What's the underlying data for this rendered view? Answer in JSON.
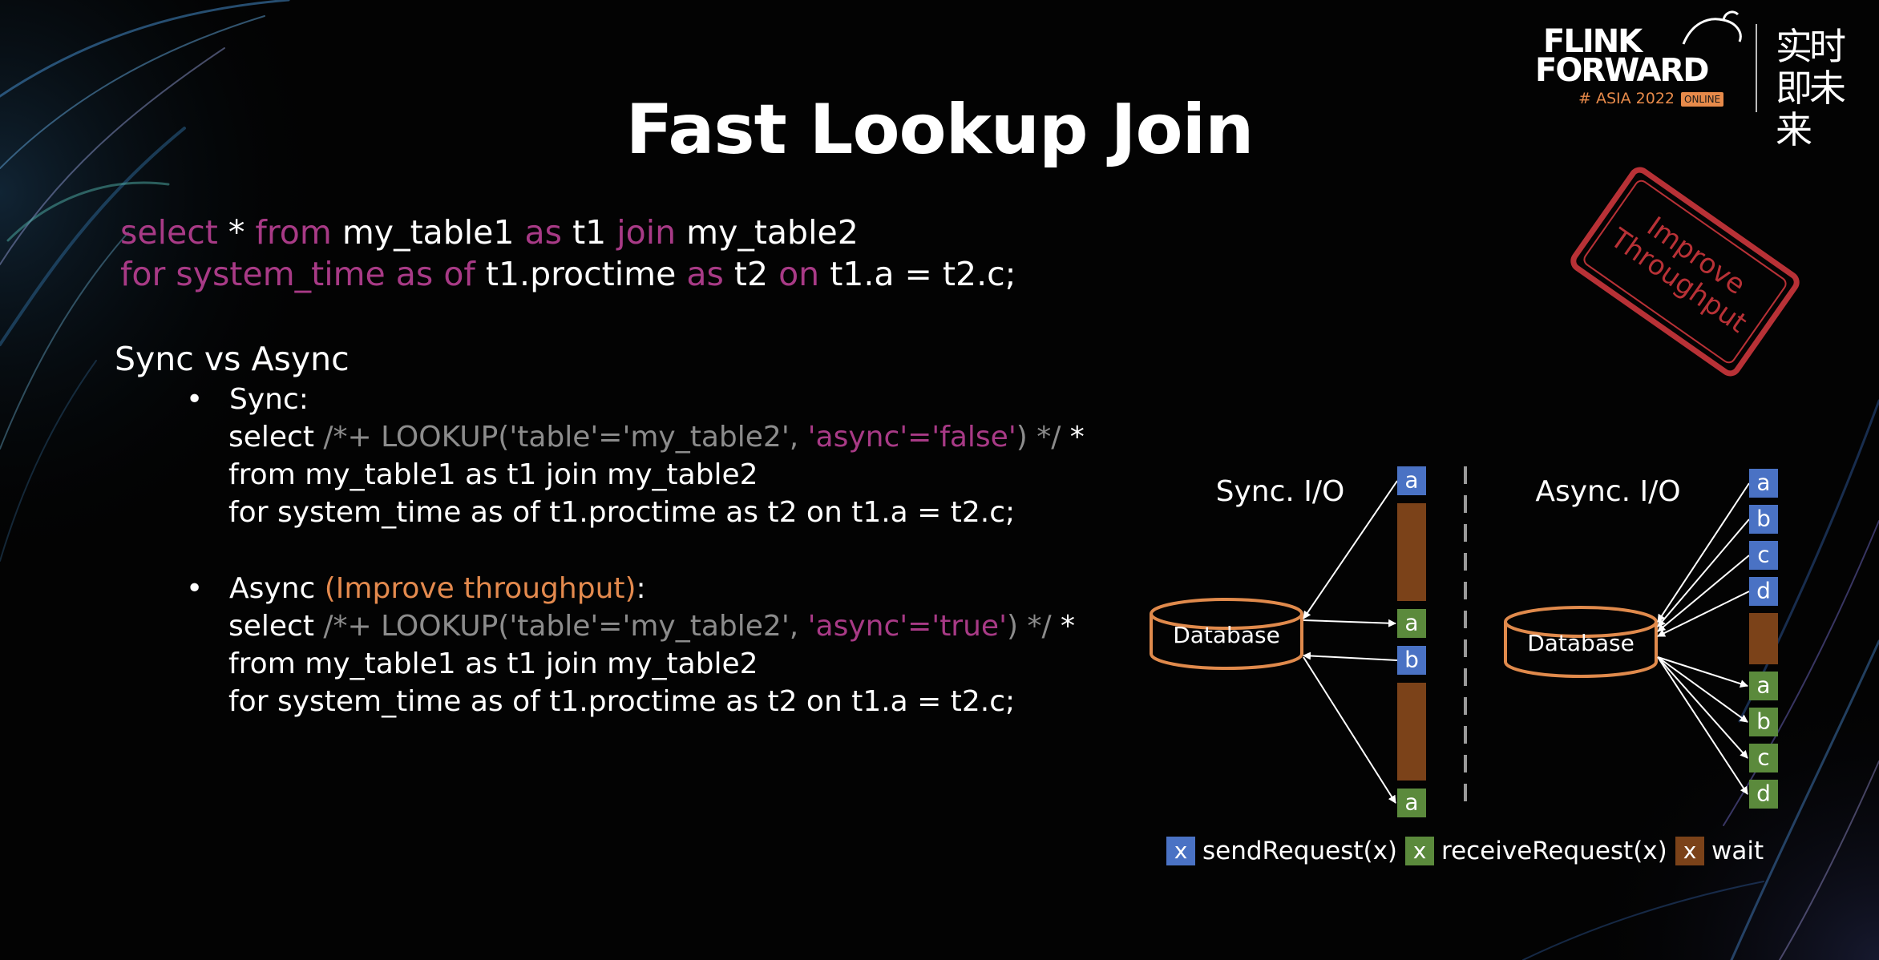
{
  "logo": {
    "line1": "FLINK",
    "line2": "FORWARD",
    "event": "# ASIA 2022",
    "badge": "ONLINE",
    "tagline": "实时即未来"
  },
  "title": "Fast Lookup Join",
  "query": {
    "line1": [
      {
        "t": "select",
        "k": true
      },
      {
        "t": " * ",
        "k": false
      },
      {
        "t": "from",
        "k": true
      },
      {
        "t": " my_table1 ",
        "k": false
      },
      {
        "t": "as",
        "k": true
      },
      {
        "t": " t1 ",
        "k": false
      },
      {
        "t": "join",
        "k": true
      },
      {
        "t": " my_table2",
        "k": false
      }
    ],
    "line2": [
      {
        "t": "for system_time as of",
        "k": true
      },
      {
        "t": " t1.proctime ",
        "k": false
      },
      {
        "t": "as",
        "k": true
      },
      {
        "t": " t2 ",
        "k": false
      },
      {
        "t": "on",
        "k": true
      },
      {
        "t": " t1.a = t2.c;",
        "k": false
      }
    ]
  },
  "section_heading": "Sync vs Async",
  "bullet_char": "•",
  "sync": {
    "label": "Sync:",
    "hint_select": "select ",
    "hint_open": "/*+ LOOKUP('table'='my_table2', ",
    "hint_option": "'async'='false'",
    "hint_close": ") */",
    "hint_star": " *",
    "line2": "from my_table1 as t1 join my_table2",
    "line3": "for system_time as of t1.proctime as t2 on t1.a = t2.c;"
  },
  "async": {
    "label": "Async ",
    "note": "(Improve throughput)",
    "colon": ":",
    "hint_select": "select ",
    "hint_open": "/*+ LOOKUP('table'='my_table2', ",
    "hint_option": "'async'='true'",
    "hint_close": ") */",
    "hint_star": " *",
    "line2": "from my_table1 as t1 join my_table2",
    "line3": "for system_time as of t1.proctime as t2 on t1.a = t2.c;"
  },
  "stamp": {
    "line1": "Improve",
    "line2": "Throughput"
  },
  "diagram": {
    "sync_title": "Sync. I/O",
    "async_title": "Async. I/O",
    "database_label": "Database",
    "sync_sequence": [
      {
        "kind": "send",
        "label": "a"
      },
      {
        "kind": "wait"
      },
      {
        "kind": "receive",
        "label": "a"
      },
      {
        "kind": "send",
        "label": "b"
      },
      {
        "kind": "wait"
      },
      {
        "kind": "receive",
        "label": "a"
      }
    ],
    "async_sequence": [
      {
        "kind": "send",
        "label": "a"
      },
      {
        "kind": "send",
        "label": "b"
      },
      {
        "kind": "send",
        "label": "c"
      },
      {
        "kind": "send",
        "label": "d"
      },
      {
        "kind": "wait"
      },
      {
        "kind": "receive",
        "label": "a"
      },
      {
        "kind": "receive",
        "label": "b"
      },
      {
        "kind": "receive",
        "label": "c"
      },
      {
        "kind": "receive",
        "label": "d"
      }
    ],
    "legend": [
      {
        "kind": "send",
        "glyph": "x",
        "text": "sendRequest(x)"
      },
      {
        "kind": "receive",
        "glyph": "x",
        "text": "receiveRequest(x)"
      },
      {
        "kind": "wait",
        "glyph": "x",
        "text": "wait"
      }
    ],
    "colors": {
      "send": "#4a72c4",
      "receive": "#5b8a3c",
      "wait": "#7b4219",
      "database": "#e08a4c",
      "divider": "#9a9a9a"
    }
  },
  "colors": {
    "keyword": "#a83a86",
    "comment": "#8c8c8c",
    "accent": "#e48a4e",
    "stamp": "#c8353b"
  }
}
